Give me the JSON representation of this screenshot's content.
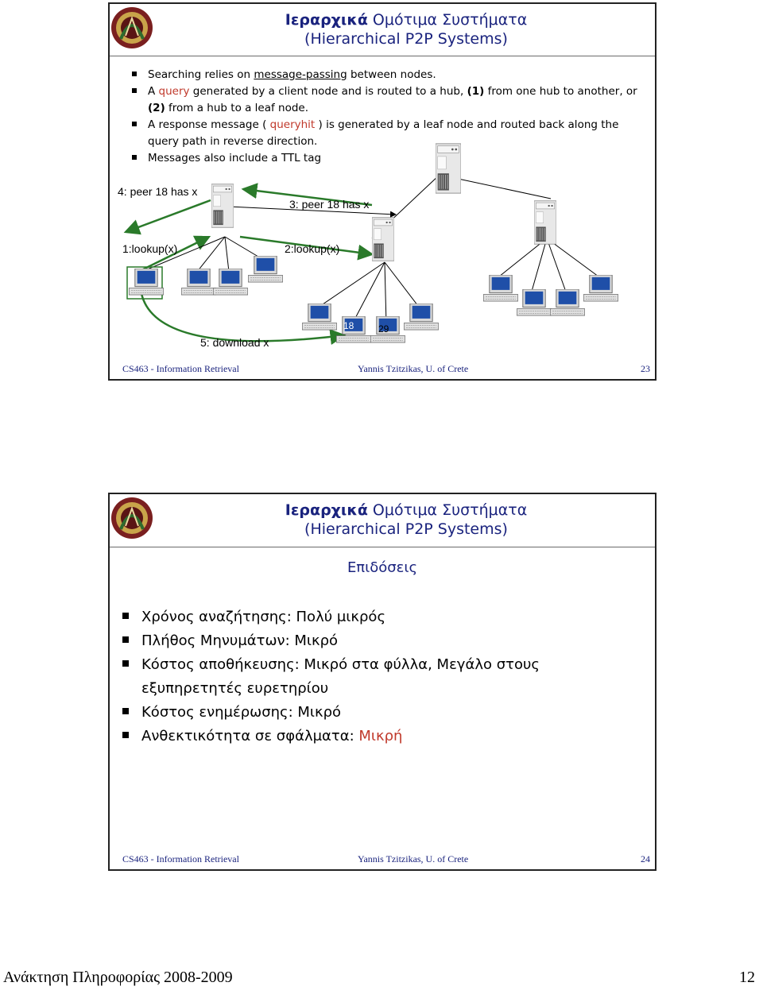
{
  "slide1": {
    "title_bold": "Ιεραρχικά",
    "title_rest": " Ομότιμα Συστήματα",
    "title_line2": "(Hierarchical P2P Systems)",
    "bullets": {
      "b1_pre": "Searching relies on ",
      "b1_u": "message-passing",
      "b1_post": " between nodes.",
      "b2_pre": "A ",
      "b2_hl": "query",
      "b2_mid": " generated by a client node and is routed to a hub, ",
      "b2_n1": "(1)",
      "b2_mid2": " from one hub to another, or ",
      "b2_n2": "(2)",
      "b2_post": " from a hub to a leaf node.",
      "b3_pre": "A response message ( ",
      "b3_hl": "queryhit",
      "b3_post": " ) is generated by a leaf node and routed back along the query path in reverse direction.",
      "b4": "Messages also include a TTL tag"
    },
    "diagram": {
      "label_4": "4: peer 18 has x",
      "label_3": "3: peer 18 has x",
      "label_1": "1:lookup(x)",
      "label_2": "2:lookup(x)",
      "label_5": "5: download x",
      "peer_a": "18",
      "peer_b": "29"
    },
    "footer": {
      "left": "CS463 - Information Retrieval",
      "center": "Yannis Tzitzikas, U. of Crete",
      "page": "23"
    }
  },
  "slide2": {
    "title_bold": "Ιεραρχικά",
    "title_rest": " Ομότιμα Συστήματα",
    "title_line2": "(Hierarchical P2P Systems)",
    "subtitle": "Επιδόσεις",
    "items": [
      "Χρόνος αναζήτησης:   Πολύ μικρός",
      "Πλήθος Μηνυμάτων:   Μικρό",
      "Κόστος αποθήκευσης: Μικρό στα φύλλα, Μεγάλο στους εξυπηρετητές ευρετηρίου",
      "Κόστος ενημέρωσης:   Μικρό"
    ],
    "last_item_pre": "Ανθεκτικότητα σε σφάλματα: ",
    "last_item_red": "Μικρή",
    "footer": {
      "left": "CS463 - Information Retrieval",
      "center": "Yannis Tzitzikas, U. of Crete",
      "page": "24"
    }
  },
  "page_footer": {
    "left": "Ανάκτηση Πληροφορίας 2008-2009",
    "right": "12"
  },
  "colors": {
    "title": "#1a237e",
    "highlight": "#c0392b",
    "monitor_screen": "#1f4fa8"
  }
}
